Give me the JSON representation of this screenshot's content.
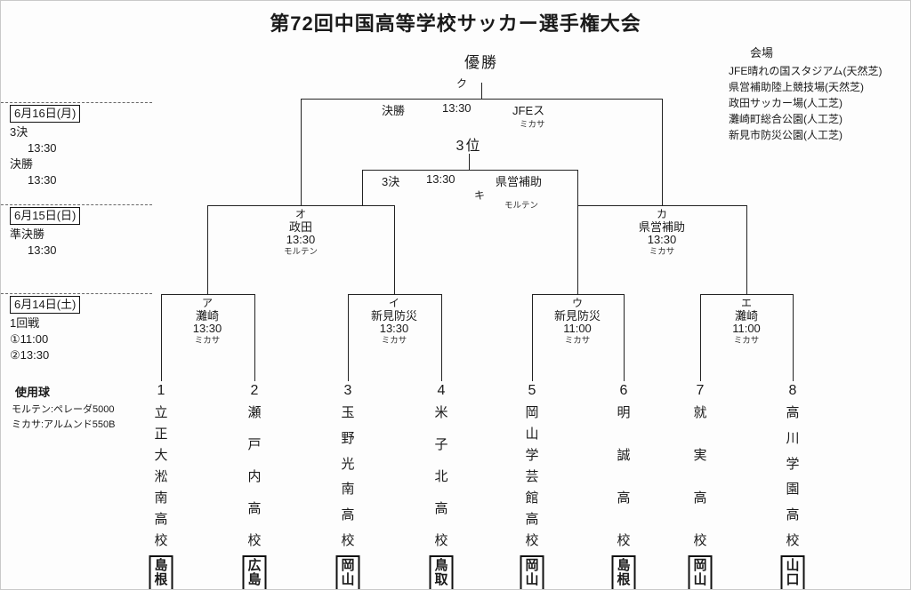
{
  "title": "第72回中国高等学校サッカー選手権大会",
  "champion_label": "優勝",
  "final": {
    "code": "ク",
    "round": "決勝",
    "time": "13:30",
    "venue": "JFEス",
    "ball": "ミカサ"
  },
  "third_place": {
    "label": "3位",
    "code": "キ",
    "round": "3決",
    "time": "13:30",
    "venue": "県営補助",
    "ball": "モルテン"
  },
  "semifinals": [
    {
      "code": "オ",
      "venue": "政田",
      "time": "13:30",
      "ball": "モルテン"
    },
    {
      "code": "カ",
      "venue": "県営補助",
      "time": "13:30",
      "ball": "ミカサ"
    }
  ],
  "first_round": [
    {
      "code": "ア",
      "venue": "灘崎",
      "time": "13:30",
      "ball": "ミカサ"
    },
    {
      "code": "イ",
      "venue": "新見防災",
      "time": "13:30",
      "ball": "ミカサ"
    },
    {
      "code": "ウ",
      "venue": "新見防災",
      "time": "11:00",
      "ball": "ミカサ"
    },
    {
      "code": "エ",
      "venue": "灘崎",
      "time": "11:00",
      "ball": "ミカサ"
    }
  ],
  "teams": [
    {
      "seed": "1",
      "name": "立正大淞南高校",
      "prefecture": "島根"
    },
    {
      "seed": "2",
      "name": "瀬戸内高校",
      "prefecture": "広島"
    },
    {
      "seed": "3",
      "name": "玉野光南高校",
      "prefecture": "岡山"
    },
    {
      "seed": "4",
      "name": "米子北高校",
      "prefecture": "鳥取"
    },
    {
      "seed": "5",
      "name": "岡山学芸館高校",
      "prefecture": "岡山"
    },
    {
      "seed": "6",
      "name": "明誠高校",
      "prefecture": "島根"
    },
    {
      "seed": "7",
      "name": "就実高校",
      "prefecture": "岡山"
    },
    {
      "seed": "8",
      "name": "高川学園高校",
      "prefecture": "山口"
    }
  ],
  "schedule": [
    {
      "date": "6月16日(月)",
      "lines": [
        "3決",
        "13:30",
        "決勝",
        "13:30"
      ]
    },
    {
      "date": "6月15日(日)",
      "lines": [
        "準決勝",
        "13:30"
      ]
    },
    {
      "date": "6月14日(土)",
      "lines": [
        "1回戦",
        "①11:00",
        "②13:30"
      ]
    }
  ],
  "balls": {
    "heading": "使用球",
    "lines": [
      "モルテン:ペレーダ5000",
      "ミカサ:アルムンド550B"
    ]
  },
  "venues": {
    "heading": "会場",
    "items": [
      "JFE晴れの国スタジアム(天然芝)",
      "県営補助陸上競技場(天然芝)",
      "政田サッカー場(人工芝)",
      "灘崎町総合公園(人工芝)",
      "新見市防災公園(人工芝)"
    ]
  }
}
